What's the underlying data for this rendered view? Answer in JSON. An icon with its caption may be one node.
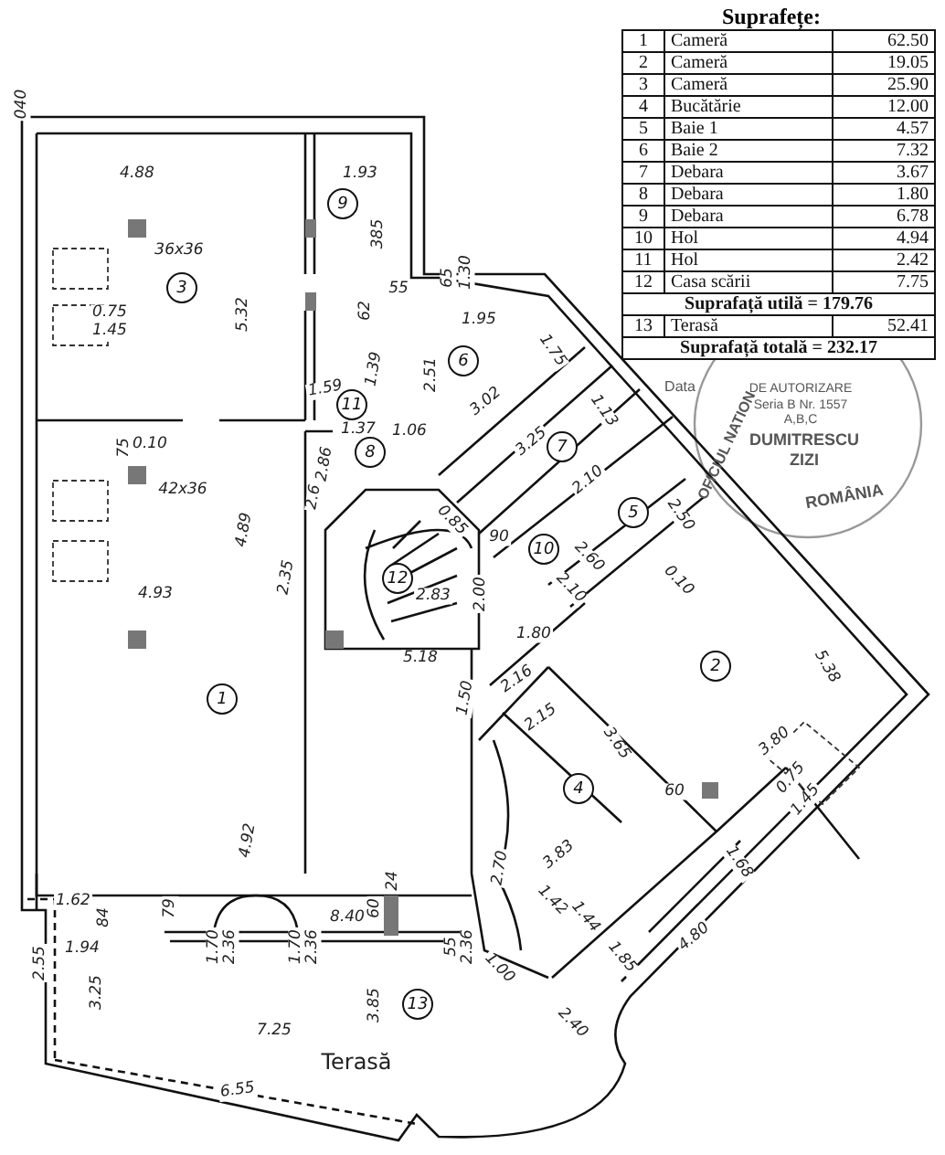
{
  "diagram": {
    "nodes": [
      {
        "text": [
          "1"
        ]
      },
      {
        "text": [
          "2"
        ]
      },
      {
        "text": [
          "3"
        ]
      },
      {
        "text": [
          "4"
        ]
      },
      {
        "text": [
          "5"
        ]
      },
      {
        "text": [
          "6"
        ]
      },
      {
        "text": [
          "7"
        ]
      },
      {
        "text": [
          "8"
        ]
      },
      {
        "text": [
          "9"
        ]
      },
      {
        "text": [
          "10"
        ]
      },
      {
        "text": [
          "11"
        ]
      },
      {
        "text": [
          "12"
        ]
      },
      {
        "text": [
          "13"
        ]
      }
    ],
    "labels": [
      "Suprafețe:",
      "1",
      "Cameră",
      "62.50",
      "2",
      "Cameră",
      "19.05",
      "3",
      "Cameră",
      "25.90",
      "4",
      "Bucătărie",
      "12.00",
      "5",
      "Baie 1",
      "4.57",
      "6",
      "Baie 2",
      "7.32",
      "7",
      "Debara",
      "3.67",
      "8",
      "Debara",
      "1.80",
      "9",
      "Debara",
      "6.78",
      "10",
      "Hol",
      "4.94",
      "11",
      "Hol",
      "2.42",
      "12",
      "Casa scării",
      "7.75",
      "Suprafață utilă = 179.76",
      "13",
      "Terasă",
      "52.41",
      "Suprafață totală = 232.17",
      "040",
      "4.88",
      "1.93",
      "5.32",
      "385",
      "36x36",
      "0.75",
      "1.45",
      "65",
      "1.30",
      "55",
      "62",
      "1.95",
      "1.75",
      "1.39",
      "1.59",
      "2.51",
      "1.37",
      "3.02",
      "1.13",
      "3.25",
      "2.10",
      "2.50",
      "75",
      "0.10",
      "42x36",
      "2.86",
      "2.6",
      "1.06",
      "0.85",
      "4.93",
      "4.89",
      "2.35",
      "2.83",
      "2.00",
      "90",
      "2.60",
      "2.10",
      "0.10",
      "5.18",
      "1.80",
      "1.50",
      "2.16",
      "2.15",
      "5.38",
      "3.65",
      "3.80",
      "60",
      "0.75",
      "1.45",
      "4.92",
      "2.70",
      "3.83",
      "8.40",
      "1.94",
      "1.42",
      "1.68",
      "1.44",
      "1.85",
      "4.80",
      "1.62",
      "79",
      "84",
      "1.70",
      "2.36",
      "1.70",
      "2.36",
      "60",
      "24",
      "55",
      "2.36",
      "2.55",
      "3.25",
      "1.00",
      "3.85",
      "2.40",
      "7.25",
      "6.55",
      "Terasă",
      "Data",
      "DE AUTORIZARE",
      "Seria B Nr. 1557",
      "A,B,C",
      "DUMITRESCU",
      "ZIZI",
      "OFICIUL NATION",
      "ROMÂNIA"
    ]
  }
}
